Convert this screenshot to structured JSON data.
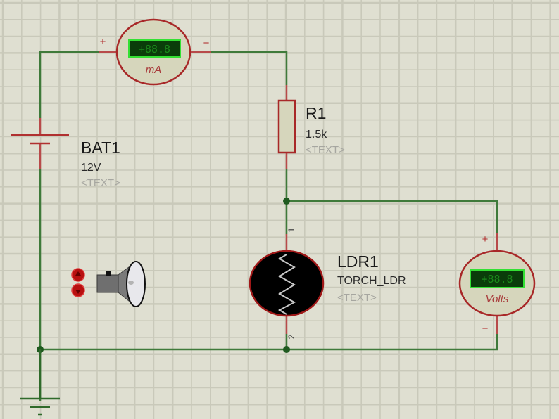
{
  "app": {
    "type": "Proteus ISIS schematic",
    "background_color": "#dfdfd1",
    "grid_color": "#c9c9ba",
    "wire_color": "#3f7a3a",
    "pin_color": "#b84a4a"
  },
  "components": {
    "battery": {
      "name": "BAT1",
      "value": "12V",
      "text": "<TEXT>"
    },
    "resistor": {
      "name": "R1",
      "value": "1.5k",
      "text": "<TEXT>"
    },
    "ldr": {
      "name": "LDR1",
      "value": "TORCH_LDR",
      "text": "<TEXT>",
      "pin1": "1",
      "pin2": "2"
    },
    "ammeter": {
      "display": "+88.8",
      "unit": "mA",
      "plus": "+",
      "minus": "−"
    },
    "voltmeter": {
      "display": "+88.8",
      "unit": "Volts",
      "plus": "+",
      "minus": "−"
    },
    "torch": {
      "icon": "torch-icon",
      "up_button": "▲",
      "down_button": "▼"
    },
    "ground": {
      "icon": "ground-icon"
    }
  }
}
